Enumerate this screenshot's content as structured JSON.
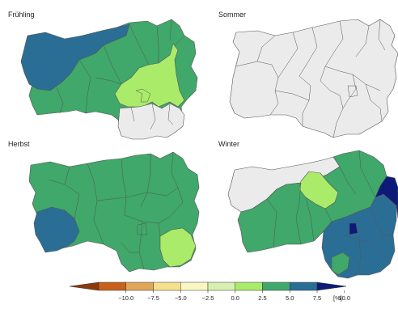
{
  "panels": [
    {
      "id": "spring",
      "title": "Frühling"
    },
    {
      "id": "summer",
      "title": "Sommer"
    },
    {
      "id": "autumn",
      "title": "Herbst"
    },
    {
      "id": "winter",
      "title": "Winter"
    }
  ],
  "colors": {
    "below_minus_10": "#8c3a0c",
    "minus_10_to_minus_7_5": "#c8611e",
    "minus_7_5_to_minus_5": "#e0a65a",
    "minus_5_to_minus_2_5": "#f5e08c",
    "minus_2_5_to_0": "#fbf7c4",
    "no_change": "#ebebeb",
    "0_to_2_5": "#d7efb0",
    "2_5_to_5": "#aaeb6a",
    "5_to_7_5": "#3fa86a",
    "7_5_to_10": "#2a6e96",
    "above_10": "#0d1a78"
  },
  "legend": {
    "ticks": [
      "−10.0",
      "−7.5",
      "−5.0",
      "−2.5",
      "0.0",
      "2.5",
      "5.0",
      "7.5",
      "10.0"
    ],
    "unit": "[%]",
    "bins": [
      "#c8611e",
      "#e0a65a",
      "#f5e08c",
      "#fbf7c4",
      "#d7efb0",
      "#aaeb6a",
      "#3fa86a",
      "#2a6e96"
    ],
    "low_arrow": "#8c3a0c",
    "high_arrow": "#0d1a78"
  }
}
